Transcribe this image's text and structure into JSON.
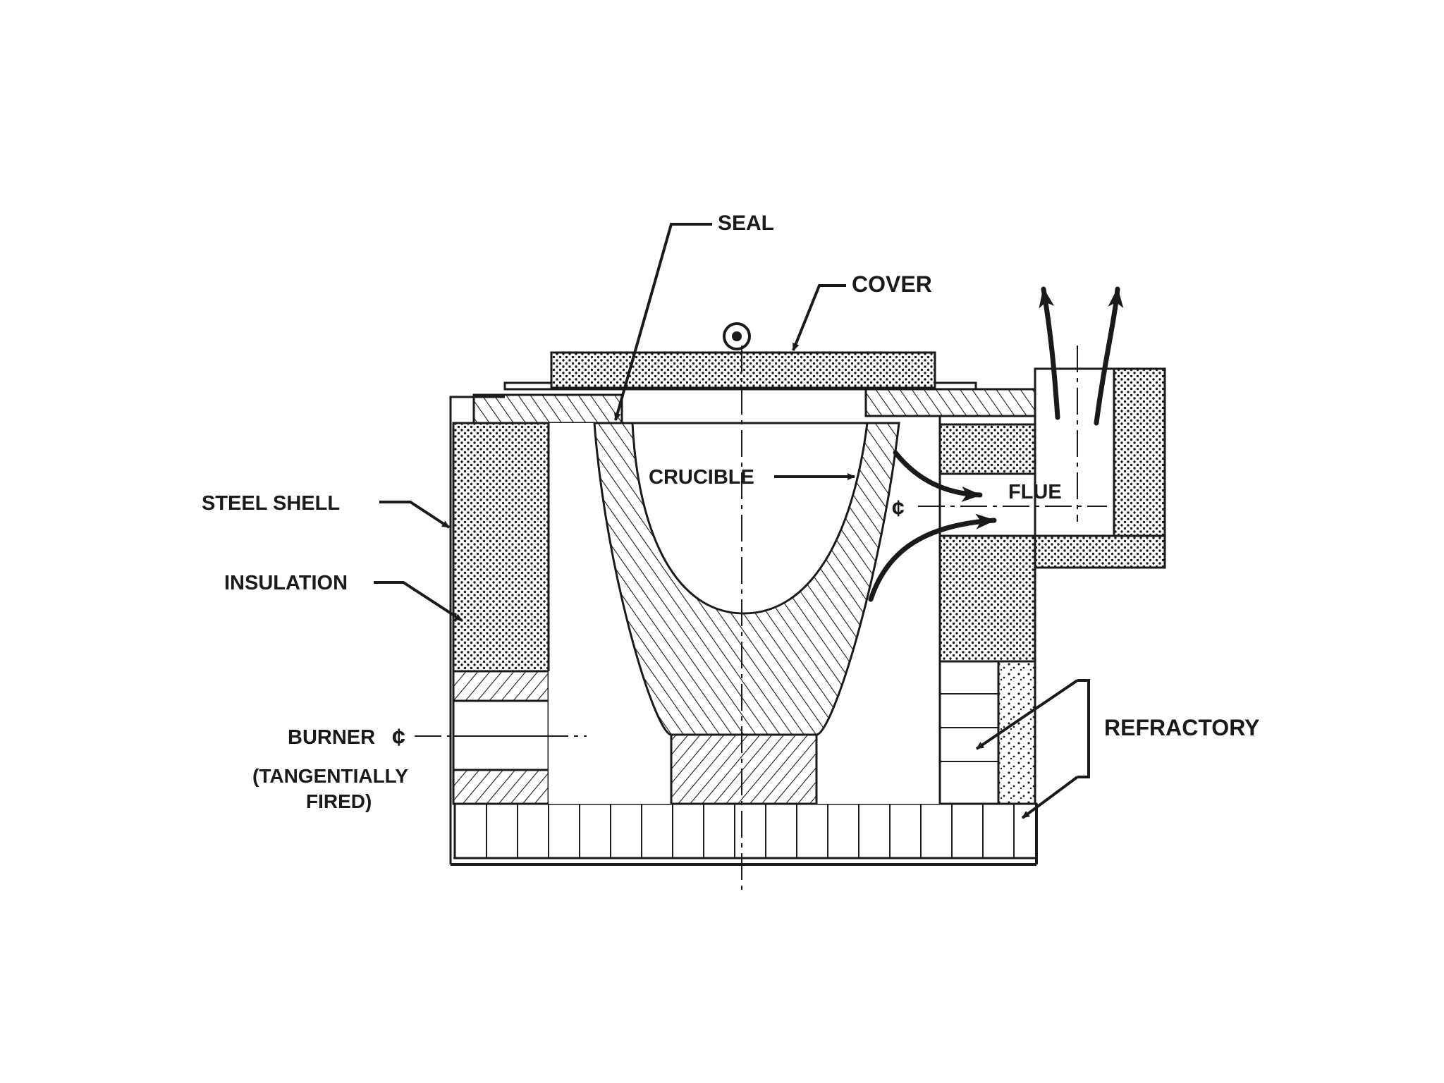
{
  "labels": {
    "seal": "SEAL",
    "cover": "COVER",
    "steel_shell": "STEEL SHELL",
    "insulation": "INSULATION",
    "crucible": "CRUCIBLE",
    "flue": "FLUE",
    "burner": "BURNER",
    "burner_note_1": "(TANGENTIALLY",
    "burner_note_2": "FIRED)",
    "refractory": "REFRACTORY"
  },
  "symbols": {
    "centerline": "¢"
  },
  "colors": {
    "ink": "#1a1a1a",
    "background": "#ffffff"
  }
}
